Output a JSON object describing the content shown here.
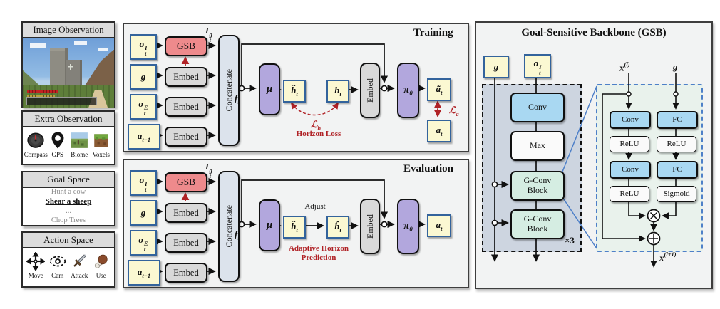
{
  "palette": {
    "panel_bg": "#F2F3F3",
    "card_header": "#DCDCDC",
    "yellow_box": "#FBF8D2",
    "yellow_border": "#33639C",
    "gsb_red": "#EE8A8C",
    "embed_gray": "#D9D9D9",
    "concat_blue": "#DCE3EC",
    "policy_purple": "#B2A7DD",
    "conv_blue": "#A9D8F2",
    "gconv_green": "#D5EDE2",
    "inset_green": "#E9F2EC",
    "container_gray_blue": "#CDD5E0",
    "loss_red": "#B02226",
    "dashed_blue": "#4E80C8"
  },
  "sidebar": {
    "image_observation": {
      "title": "Image Observation"
    },
    "extra_observation": {
      "title": "Extra Observation",
      "items": [
        "Compass",
        "GPS",
        "Biome",
        "Voxels"
      ]
    },
    "goal_space": {
      "title": "Goal Space",
      "goals": [
        {
          "label": "Hunt a cow",
          "style": "dim"
        },
        {
          "label": "Shear a sheep",
          "style": "active"
        },
        {
          "label": "...",
          "style": "dim"
        },
        {
          "label": "Chop Trees",
          "style": "dim"
        }
      ]
    },
    "action_space": {
      "title": "Action Space",
      "items": [
        "Move",
        "Cam",
        "Attack",
        "Use"
      ]
    }
  },
  "mid": {
    "labels": {
      "obs_image": {
        "b": "o",
        "sub": "t",
        "sup": "I"
      },
      "goal": {
        "b": "g"
      },
      "obs_extra": {
        "b": "o",
        "sub": "t",
        "sup": "E"
      },
      "prev_action": {
        "b": "a",
        "sub": "t−1"
      },
      "gsb": "GSB",
      "embed": "Embed",
      "concatenate": "Concatenate",
      "goal_image": {
        "b": "I",
        "sub": "t",
        "sup": "g"
      },
      "fused": {
        "b": "f",
        "sub": "t"
      },
      "mu": {
        "b": "μ"
      },
      "h_tilde": {
        "b": "h̃",
        "sub": "t"
      },
      "h_true": {
        "b": "h",
        "sub": "t"
      },
      "h_hat": {
        "b": "ĥ",
        "sub": "t"
      },
      "policy": {
        "b": "π",
        "sub": "θ"
      },
      "a_tilde": {
        "b": "ã",
        "sub": "t"
      },
      "a_true": {
        "b": "a",
        "sub": "t"
      }
    },
    "training": {
      "title": "Training",
      "loss_h": {
        "b": "ℒ",
        "sub": "h"
      },
      "loss_h_caption": "Horizon Loss",
      "loss_a": {
        "b": "ℒ",
        "sub": "a"
      }
    },
    "evaluation": {
      "title": "Evaluation",
      "adjust": "Adjust",
      "adaptive1": "Adaptive Horizon",
      "adaptive2": "Prediction"
    }
  },
  "gsb": {
    "title": "Goal-Sensitive Backbone (GSB)",
    "goal": {
      "b": "g"
    },
    "obs": {
      "b": "o",
      "sub": "t",
      "sup": "I"
    },
    "blocks": [
      "Conv",
      "Max",
      "G-Conv Block",
      "G-Conv Block"
    ],
    "repeat": "×3",
    "inset": {
      "x_in": {
        "b": "x",
        "sup": "(l)"
      },
      "g_in": {
        "b": "g"
      },
      "x_out": {
        "b": "x",
        "sup": "(l+1)"
      },
      "left": [
        "Conv",
        "ReLU",
        "Conv",
        "ReLU"
      ],
      "right": [
        "FC",
        "ReLU",
        "FC",
        "Sigmoid"
      ],
      "mul": "⊗",
      "add": "⊕"
    }
  }
}
